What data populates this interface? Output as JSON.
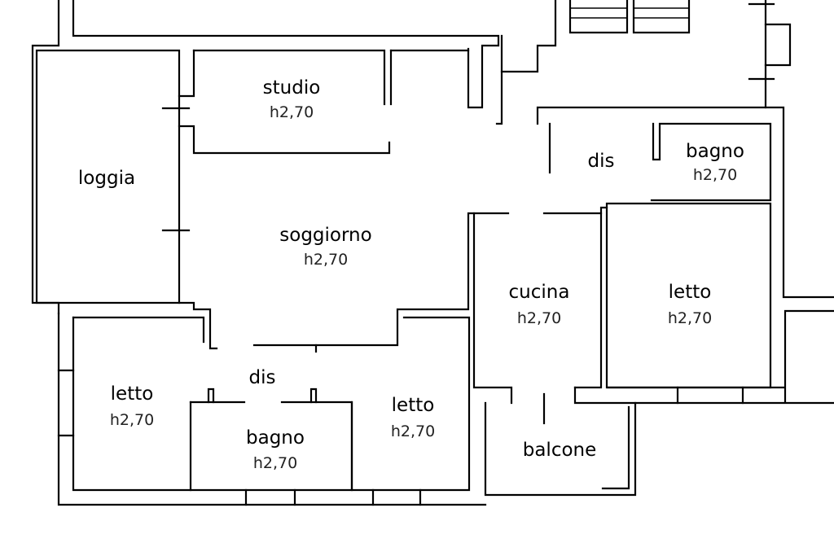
{
  "rooms": {
    "studio": {
      "name": "studio",
      "height": "h2,70"
    },
    "loggia": {
      "name": "loggia"
    },
    "soggiorno": {
      "name": "soggiorno",
      "height": "h2,70"
    },
    "dis_top": {
      "name": "dis"
    },
    "bagno_top": {
      "name": "bagno",
      "height": "h2,70"
    },
    "cucina": {
      "name": "cucina",
      "height": "h2,70"
    },
    "letto_right": {
      "name": "letto",
      "height": "h2,70"
    },
    "letto_left": {
      "name": "letto",
      "height": "h2,70"
    },
    "dis_bottom": {
      "name": "dis"
    },
    "bagno_bottom": {
      "name": "bagno",
      "height": "h2,70"
    },
    "letto_center": {
      "name": "letto",
      "height": "h2,70"
    },
    "balcone": {
      "name": "balcone"
    }
  }
}
